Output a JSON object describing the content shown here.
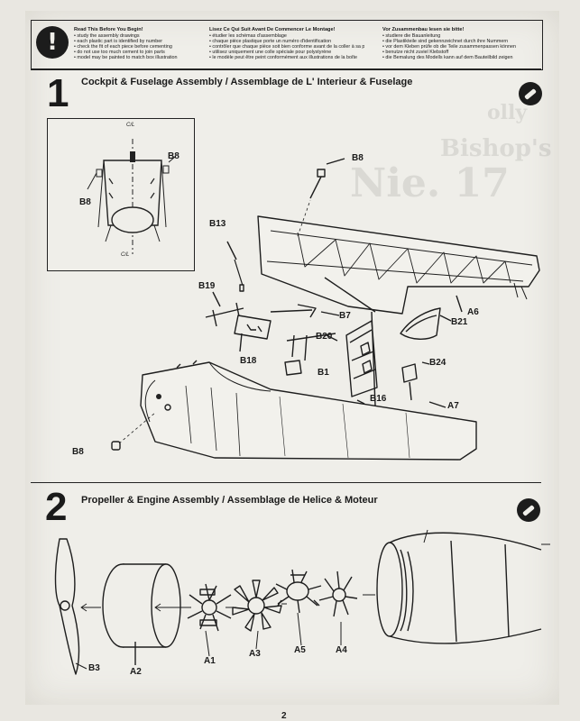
{
  "ghost_text": {
    "line1": "olly",
    "line2": "Bishop's",
    "line3": "Nie. 17"
  },
  "header": {
    "warning_icon": "exclamation-icon",
    "columns": [
      {
        "title": "Read This Before You Begin!",
        "lines": [
          "• study the assembly drawings",
          "• each plastic part is identified by number",
          "• check the fit of each piece before cementing",
          "• do not use too much cement to join parts",
          "• model may be painted to match box illustration"
        ]
      },
      {
        "title": "Lisez Ce Qui Suit Avant De Commencer Le Montage!",
        "lines": [
          "• étudier les schémas d'assemblage",
          "• chaque pièce plastique porte un numéro d'identification",
          "• contrôler que chaque pièce soit bien conforme avant de la coller à sa place",
          "• utilisez uniquement une colle spéciale pour polystyrène",
          "• le modèle peut être peint conformément aux illustrations de la boîte"
        ]
      },
      {
        "title": "Vor Zusammenbau lesen sie bitte!",
        "lines": [
          "• studiere die Bauanleitung",
          "• die Plastikteile sind gekennzeichnet durch ihre Nummern",
          "• vor dem Kleben prüfe ob die Teile zusammenpassen können",
          "• benutze nicht zuviel Klebstoff",
          "• die Bemalung des Modells kann auf dem Bauteilbild zeigen"
        ]
      }
    ]
  },
  "step1": {
    "number": "1",
    "title": "Cockpit & Fuselage Assembly / Assemblage de L' Interieur & Fuselage",
    "icon": "glue-icon",
    "inset": {
      "centerline_top": "C/L",
      "centerline_bottom": "C/L",
      "label_right": "B8",
      "label_left": "B8"
    },
    "labels": {
      "b8_top": "B8",
      "b13": "B13",
      "b19": "B19",
      "b7": "B7",
      "b20": "B20",
      "b18": "B18",
      "b1": "B1",
      "b16": "B16",
      "b21": "B21",
      "a6": "A6",
      "b24": "B24",
      "a7": "A7",
      "b8_bottom": "B8"
    }
  },
  "step2": {
    "number": "2",
    "title": "Propeller & Engine Assembly / Assemblage de Helice & Moteur",
    "icon": "glue-icon",
    "labels": {
      "b3": "B3",
      "a2": "A2",
      "a1": "A1",
      "a3": "A3",
      "a5": "A5",
      "a4": "A4"
    }
  },
  "footer": {
    "page_number": "2"
  }
}
